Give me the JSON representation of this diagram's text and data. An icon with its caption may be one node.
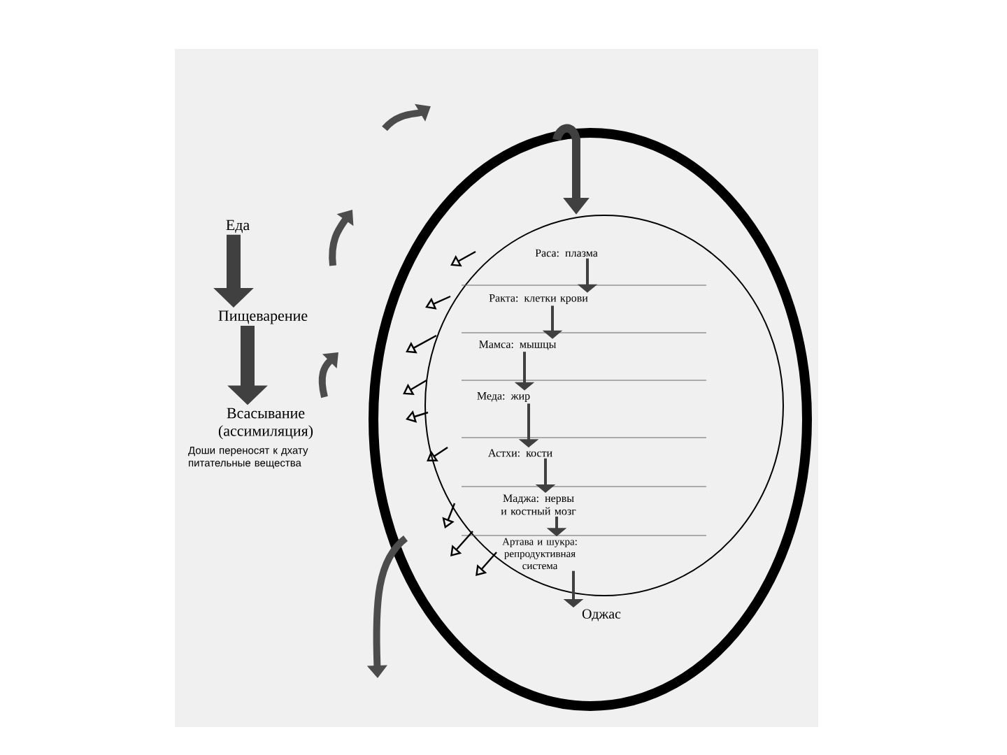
{
  "diagram": {
    "nodes": [
      {
        "text": [],
        "shape": "circle"
      },
      {
        "text": [],
        "shape": "circle",
        "in": 0
      },
      {
        "text": [
          "Раса: плазма"
        ],
        "in": 1
      },
      {
        "text": [
          "Ракта: клетки крови"
        ],
        "in": 1
      },
      {
        "text": [
          "Мамса: мышцы"
        ],
        "in": 1
      },
      {
        "text": [
          "Меда: жир"
        ],
        "in": 1
      },
      {
        "text": [
          "Астхи: кости"
        ],
        "in": 1
      },
      {
        "text": [
          "Маджа: нервы и костный мозг"
        ],
        "in": 1
      },
      {
        "text": [
          "Артава и шукра: репродуктивная система"
        ],
        "in": 1
      },
      {
        "text": [
          "Оджас"
        ],
        "in": 0
      },
      {
        "text": [
          "Еда"
        ]
      },
      {
        "text": [
          "Пищеварение"
        ]
      },
      {
        "text": [
          "Всасывание (ассимиляция)"
        ],
        "beside": [
          "Доши переносят к дхату питательные вещества"
        ]
      }
    ],
    "edges": [
      {
        "from": null,
        "to": 1,
        "arrow": "to",
        "style": "thick"
      },
      {
        "from": 2,
        "to": 3,
        "arrow": "to"
      },
      {
        "from": 3,
        "to": 4,
        "arrow": "to"
      },
      {
        "from": 4,
        "to": 5,
        "arrow": "to"
      },
      {
        "from": 5,
        "to": 6,
        "arrow": "to"
      },
      {
        "from": 6,
        "to": 7,
        "arrow": "to"
      },
      {
        "from": 7,
        "to": 8,
        "arrow": "to"
      },
      {
        "from": 8,
        "to": 9,
        "arrow": "to"
      },
      {
        "from": 10,
        "to": 11,
        "arrow": "to",
        "style": "thick"
      },
      {
        "from": 11,
        "to": 12,
        "arrow": "to",
        "style": "thick"
      }
    ]
  }
}
